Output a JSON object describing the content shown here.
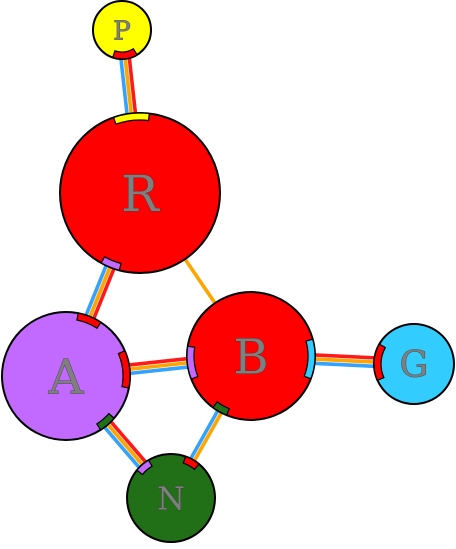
{
  "diagram": {
    "nodes": [
      {
        "id": "P",
        "label": "P",
        "color": "#ffff00"
      },
      {
        "id": "R",
        "label": "R",
        "color": "#ff0000"
      },
      {
        "id": "A",
        "label": "A",
        "color": "#c269ff"
      },
      {
        "id": "B",
        "label": "B",
        "color": "#ff0000"
      },
      {
        "id": "G",
        "label": "G",
        "color": "#33ccff"
      },
      {
        "id": "N",
        "label": "N",
        "color": "#217017"
      }
    ],
    "edges": [
      {
        "from": "P",
        "to": "R",
        "strands": [
          "red",
          "orange",
          "blue"
        ]
      },
      {
        "from": "R",
        "to": "A",
        "strands": [
          "red",
          "orange",
          "blue"
        ]
      },
      {
        "from": "R",
        "to": "B",
        "strands": [
          "orange"
        ]
      },
      {
        "from": "A",
        "to": "B",
        "strands": [
          "red",
          "orange",
          "blue"
        ]
      },
      {
        "from": "A",
        "to": "N",
        "strands": [
          "red",
          "orange",
          "blue"
        ]
      },
      {
        "from": "B",
        "to": "N",
        "strands": [
          "orange",
          "blue"
        ]
      },
      {
        "from": "B",
        "to": "G",
        "strands": [
          "red",
          "orange",
          "blue"
        ]
      }
    ],
    "strand_colors": {
      "red": "#ff1a1a",
      "orange": "#ffa500",
      "blue": "#33a3ff"
    },
    "port_colors": {
      "yellow": "#ffff00",
      "violet": "#c269ff",
      "red": "#ff0000",
      "green": "#217017",
      "blue": "#33ccff"
    }
  }
}
